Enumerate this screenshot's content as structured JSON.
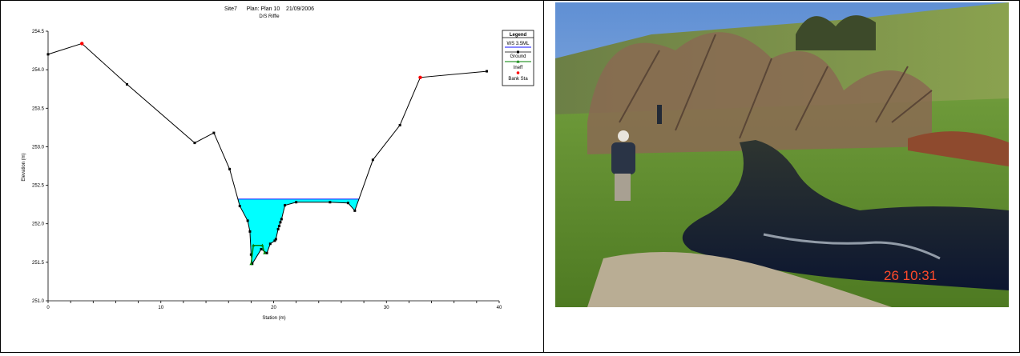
{
  "chart_data": {
    "type": "line",
    "title": "Site7      Plan: Plan 10    21/09/2006",
    "subtitle": "D/S Riffle",
    "xlabel": "Station (m)",
    "ylabel": "Elevation (m)",
    "xlim": [
      0,
      40
    ],
    "ylim": [
      251.0,
      254.5
    ],
    "xticks": [
      "0",
      "10",
      "20",
      "30",
      "40"
    ],
    "yticks": [
      "251.0",
      "251.5",
      "252.0",
      "252.5",
      "253.0",
      "253.5",
      "254.0",
      "254.5"
    ],
    "legend_title": "Legend",
    "legend_position": "top-right",
    "ws_elevation": 252.32,
    "series": [
      {
        "name": "WS 3.5ML",
        "type": "water-surface",
        "color": "#1010ff",
        "fill": "#00ffff"
      },
      {
        "name": "Ground",
        "color": "#000000",
        "x": [
          0,
          3,
          7,
          13,
          14.7,
          16.1,
          17,
          17.7,
          17.9,
          18.0,
          18.1,
          18.9,
          19.4,
          19.7,
          20.1,
          20.2,
          20.4,
          20.5,
          20.6,
          20.7,
          21.0,
          22.0,
          25.0,
          26.6,
          27.2,
          28.8,
          31.2,
          33,
          38.9
        ],
        "y": [
          254.2,
          254.34,
          253.81,
          253.05,
          253.18,
          252.71,
          252.23,
          252.04,
          251.9,
          251.6,
          251.48,
          251.67,
          251.62,
          251.74,
          251.78,
          251.8,
          251.93,
          251.97,
          252.02,
          252.06,
          252.24,
          252.28,
          252.28,
          252.27,
          252.17,
          252.83,
          253.28,
          253.9,
          253.98
        ]
      },
      {
        "name": "Ineff",
        "color": "#008000",
        "x": [
          18.0,
          18.2,
          19.0,
          19.2
        ],
        "y": [
          251.48,
          251.72,
          251.72,
          251.62
        ]
      },
      {
        "name": "Bank Sta",
        "color": "#ff0000",
        "x": [
          3,
          33
        ],
        "y": [
          254.34,
          253.9
        ]
      }
    ]
  },
  "photo": {
    "date_stamp": "26 10:31",
    "stamp_color": "#ff4a2a"
  }
}
